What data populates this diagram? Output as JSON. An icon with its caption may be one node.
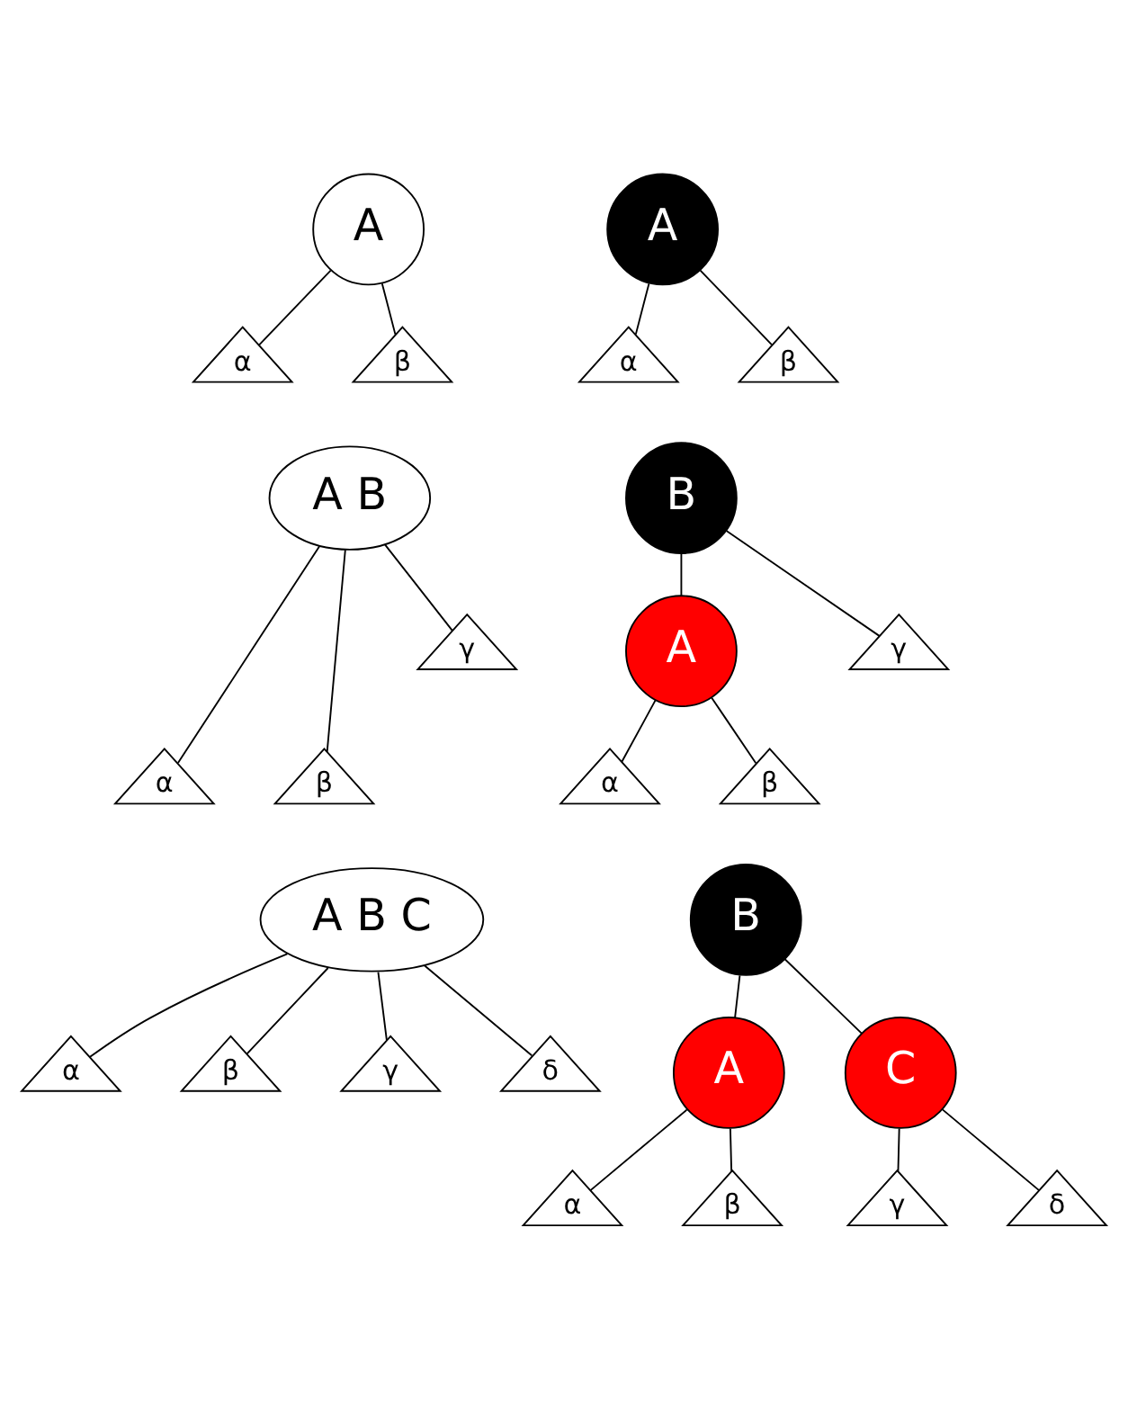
{
  "diagram": {
    "nodes": [
      {
        "text": [
          "A"
        ]
      },
      {
        "text": [
          "α"
        ]
      },
      {
        "text": [
          "β"
        ]
      },
      {
        "text": [
          "A"
        ]
      },
      {
        "text": [
          "α"
        ]
      },
      {
        "text": [
          "β"
        ]
      },
      {
        "text": [
          "A B"
        ]
      },
      {
        "text": [
          "α"
        ]
      },
      {
        "text": [
          "β"
        ]
      },
      {
        "text": [
          "γ"
        ]
      },
      {
        "text": [
          "B"
        ]
      },
      {
        "text": [
          "A"
        ]
      },
      {
        "text": [
          "γ"
        ]
      },
      {
        "text": [
          "α"
        ]
      },
      {
        "text": [
          "β"
        ]
      },
      {
        "text": [
          "A B C"
        ]
      },
      {
        "text": [
          "α"
        ]
      },
      {
        "text": [
          "β"
        ]
      },
      {
        "text": [
          "γ"
        ]
      },
      {
        "text": [
          "δ"
        ]
      },
      {
        "text": [
          "B"
        ]
      },
      {
        "text": [
          "A"
        ]
      },
      {
        "text": [
          "C"
        ]
      },
      {
        "text": [
          "α"
        ]
      },
      {
        "text": [
          "β"
        ]
      },
      {
        "text": [
          "γ"
        ]
      },
      {
        "text": [
          "δ"
        ]
      }
    ],
    "edges": [
      {
        "from": 0,
        "to": 1,
        "arrow": "none"
      },
      {
        "from": 0,
        "to": 2,
        "arrow": "none"
      },
      {
        "from": 3,
        "to": 4,
        "arrow": "none"
      },
      {
        "from": 3,
        "to": 5,
        "arrow": "none"
      },
      {
        "from": 6,
        "to": 7,
        "arrow": "none"
      },
      {
        "from": 6,
        "to": 8,
        "arrow": "none"
      },
      {
        "from": 6,
        "to": 9,
        "arrow": "none"
      },
      {
        "from": 10,
        "to": 11,
        "arrow": "none"
      },
      {
        "from": 10,
        "to": 12,
        "arrow": "none"
      },
      {
        "from": 11,
        "to": 13,
        "arrow": "none"
      },
      {
        "from": 11,
        "to": 14,
        "arrow": "none"
      },
      {
        "from": 15,
        "to": 16,
        "arrow": "none"
      },
      {
        "from": 15,
        "to": 17,
        "arrow": "none"
      },
      {
        "from": 15,
        "to": 18,
        "arrow": "none"
      },
      {
        "from": 15,
        "to": 19,
        "arrow": "none"
      },
      {
        "from": 20,
        "to": 21,
        "arrow": "none"
      },
      {
        "from": 20,
        "to": 22,
        "arrow": "none"
      },
      {
        "from": 21,
        "to": 23,
        "arrow": "none"
      },
      {
        "from": 21,
        "to": 24,
        "arrow": "none"
      },
      {
        "from": 22,
        "to": 25,
        "arrow": "none"
      },
      {
        "from": 22,
        "to": 26,
        "arrow": "none"
      }
    ]
  }
}
